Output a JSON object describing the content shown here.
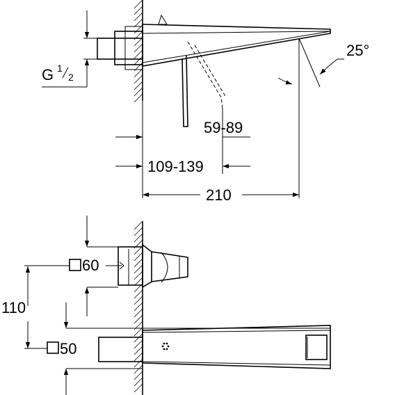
{
  "side_view": {
    "thread_prefix": "G",
    "thread_num": "1",
    "thread_den": "2",
    "angle": "25°",
    "dim_range_1": "59-89",
    "dim_range_2": "109-139",
    "dim_total": "210"
  },
  "top_view": {
    "square_60": "60",
    "square_50": "50",
    "dim_height": "110"
  },
  "colors": {
    "line": "#000000",
    "background": "#ffffff"
  }
}
